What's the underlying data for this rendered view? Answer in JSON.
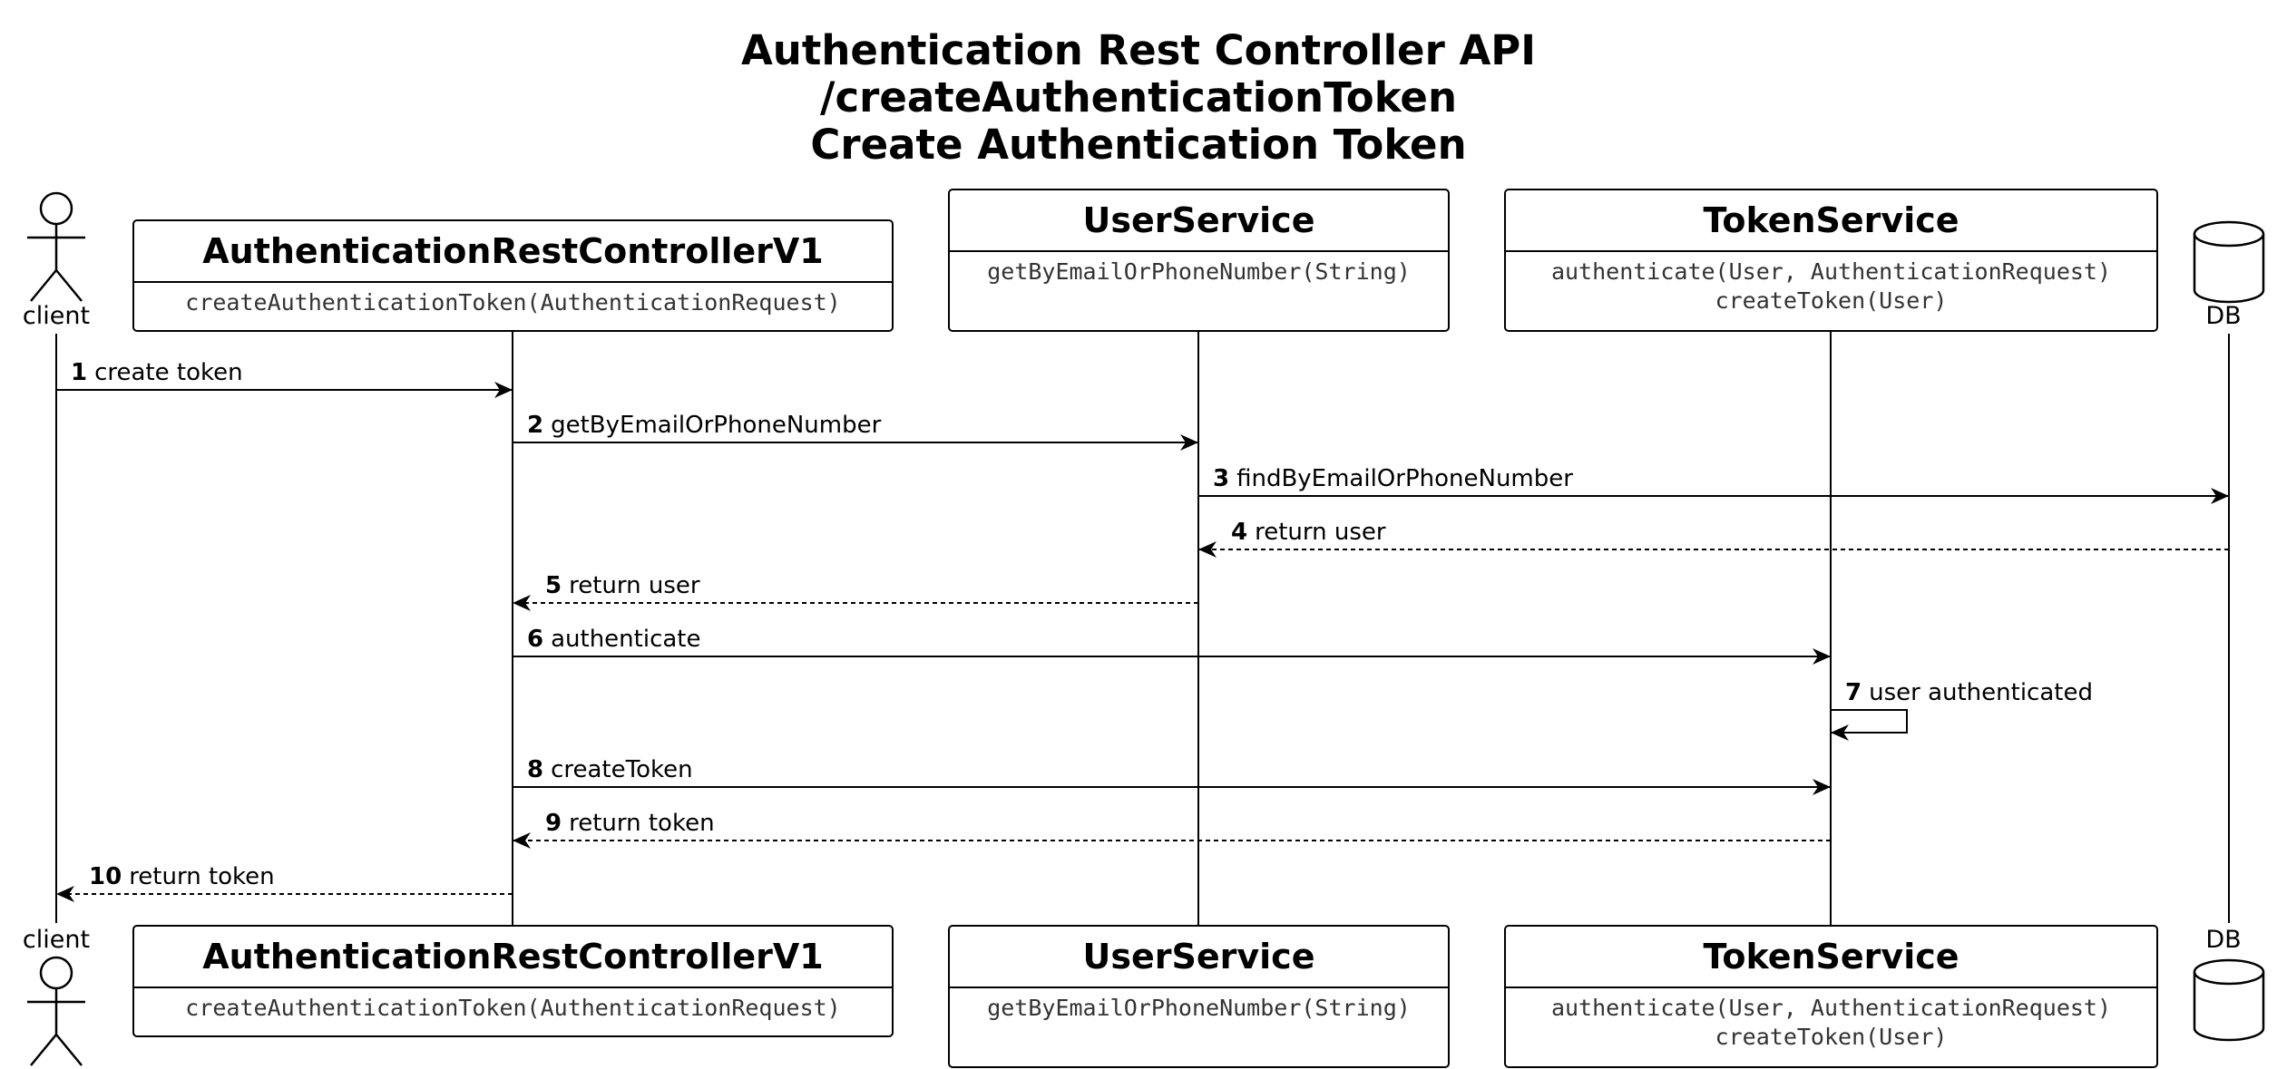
{
  "title": {
    "line1": "Authentication Rest Controller API",
    "line2": "/createAuthenticationToken",
    "line3": "Create Authentication Token"
  },
  "participants": {
    "client": {
      "name": "client"
    },
    "controller": {
      "name": "AuthenticationRestControllerV1",
      "methods": [
        "createAuthenticationToken(AuthenticationRequest)"
      ]
    },
    "userService": {
      "name": "UserService",
      "methods": [
        "getByEmailOrPhoneNumber(String)"
      ]
    },
    "tokenService": {
      "name": "TokenService",
      "methods": [
        "authenticate(User, AuthenticationRequest)",
        "createToken(User)"
      ]
    },
    "db": {
      "name": "DB"
    }
  },
  "messages": [
    {
      "num": "1",
      "text": "create token",
      "style": "solid"
    },
    {
      "num": "2",
      "text": "getByEmailOrPhoneNumber",
      "style": "solid"
    },
    {
      "num": "3",
      "text": "findByEmailOrPhoneNumber",
      "style": "solid"
    },
    {
      "num": "4",
      "text": "return user",
      "style": "dashed"
    },
    {
      "num": "5",
      "text": "return user",
      "style": "dashed"
    },
    {
      "num": "6",
      "text": "authenticate",
      "style": "solid"
    },
    {
      "num": "7",
      "text": "user authenticated",
      "style": "solid"
    },
    {
      "num": "8",
      "text": "createToken",
      "style": "solid"
    },
    {
      "num": "9",
      "text": "return token",
      "style": "dashed"
    },
    {
      "num": "10",
      "text": "return token",
      "style": "dashed"
    }
  ]
}
